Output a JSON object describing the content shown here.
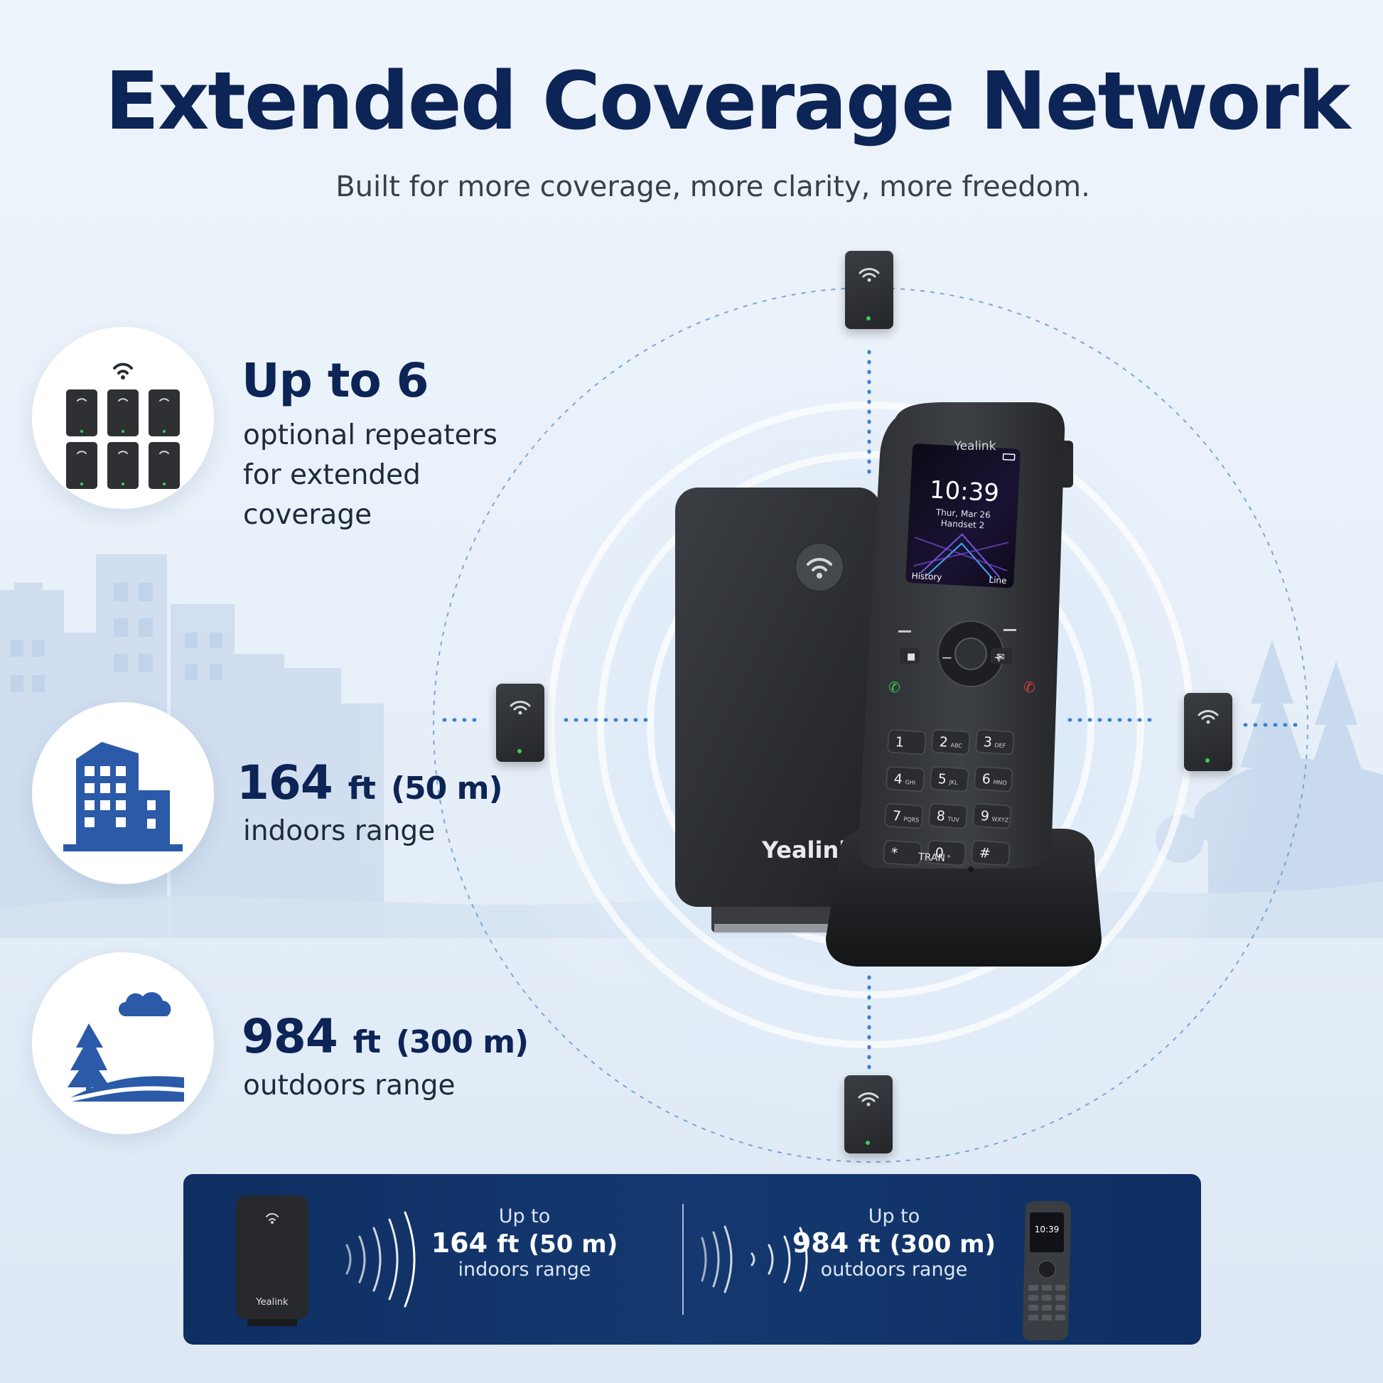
{
  "header": {
    "title": "Extended Coverage Network",
    "subtitle": "Built for more coverage, more clarity, more freedom."
  },
  "features": [
    {
      "icon": "repeaters-grid-icon",
      "headline": "Up to 6",
      "lines": [
        "optional repeaters",
        "for extended",
        "coverage"
      ]
    },
    {
      "icon": "building-icon",
      "value": "164",
      "unit": "ft",
      "metric": "(50 m)",
      "label": "indoors range"
    },
    {
      "icon": "outdoor-tree-icon",
      "value": "984",
      "unit": "ft",
      "metric": "(300 m)",
      "label": "outdoors range"
    }
  ],
  "devices": {
    "base_brand": "Yealink",
    "handset_brand": "Yealink",
    "handset_screen": {
      "time": "10:39",
      "date": "Thur, Mar 26",
      "line": "Handset 2",
      "soft_left": "History",
      "soft_right": "Line"
    },
    "keypad": [
      [
        "1",
        "2",
        "3"
      ],
      [
        "4",
        "5",
        "6"
      ],
      [
        "7",
        "8",
        "9"
      ],
      [
        "*",
        "0",
        "#"
      ]
    ],
    "keypad_letters": [
      [
        "",
        "ABC",
        "DEF"
      ],
      [
        "GHI",
        "JKL",
        "MNO"
      ],
      [
        "PQRS",
        "TUV",
        "WXYZ"
      ],
      [
        "",
        "+",
        ""
      ]
    ],
    "tran_key": "TRAN"
  },
  "banner": {
    "left": {
      "prefix": "Up to",
      "value": "164",
      "unit": "ft",
      "metric": "(50 m)",
      "label": "indoors range"
    },
    "right": {
      "prefix": "Up to",
      "value": "984",
      "unit": "ft",
      "metric": "(300 m)",
      "label": "outdoors range"
    },
    "base_brand": "Yealink",
    "handset_time": "10:39"
  },
  "colors": {
    "navy": "#0d2456",
    "accent_blue": "#2a5aa8",
    "banner_bg": "#12356b",
    "device_dark": "#2b2d31",
    "led_green": "#3ccf5a"
  }
}
